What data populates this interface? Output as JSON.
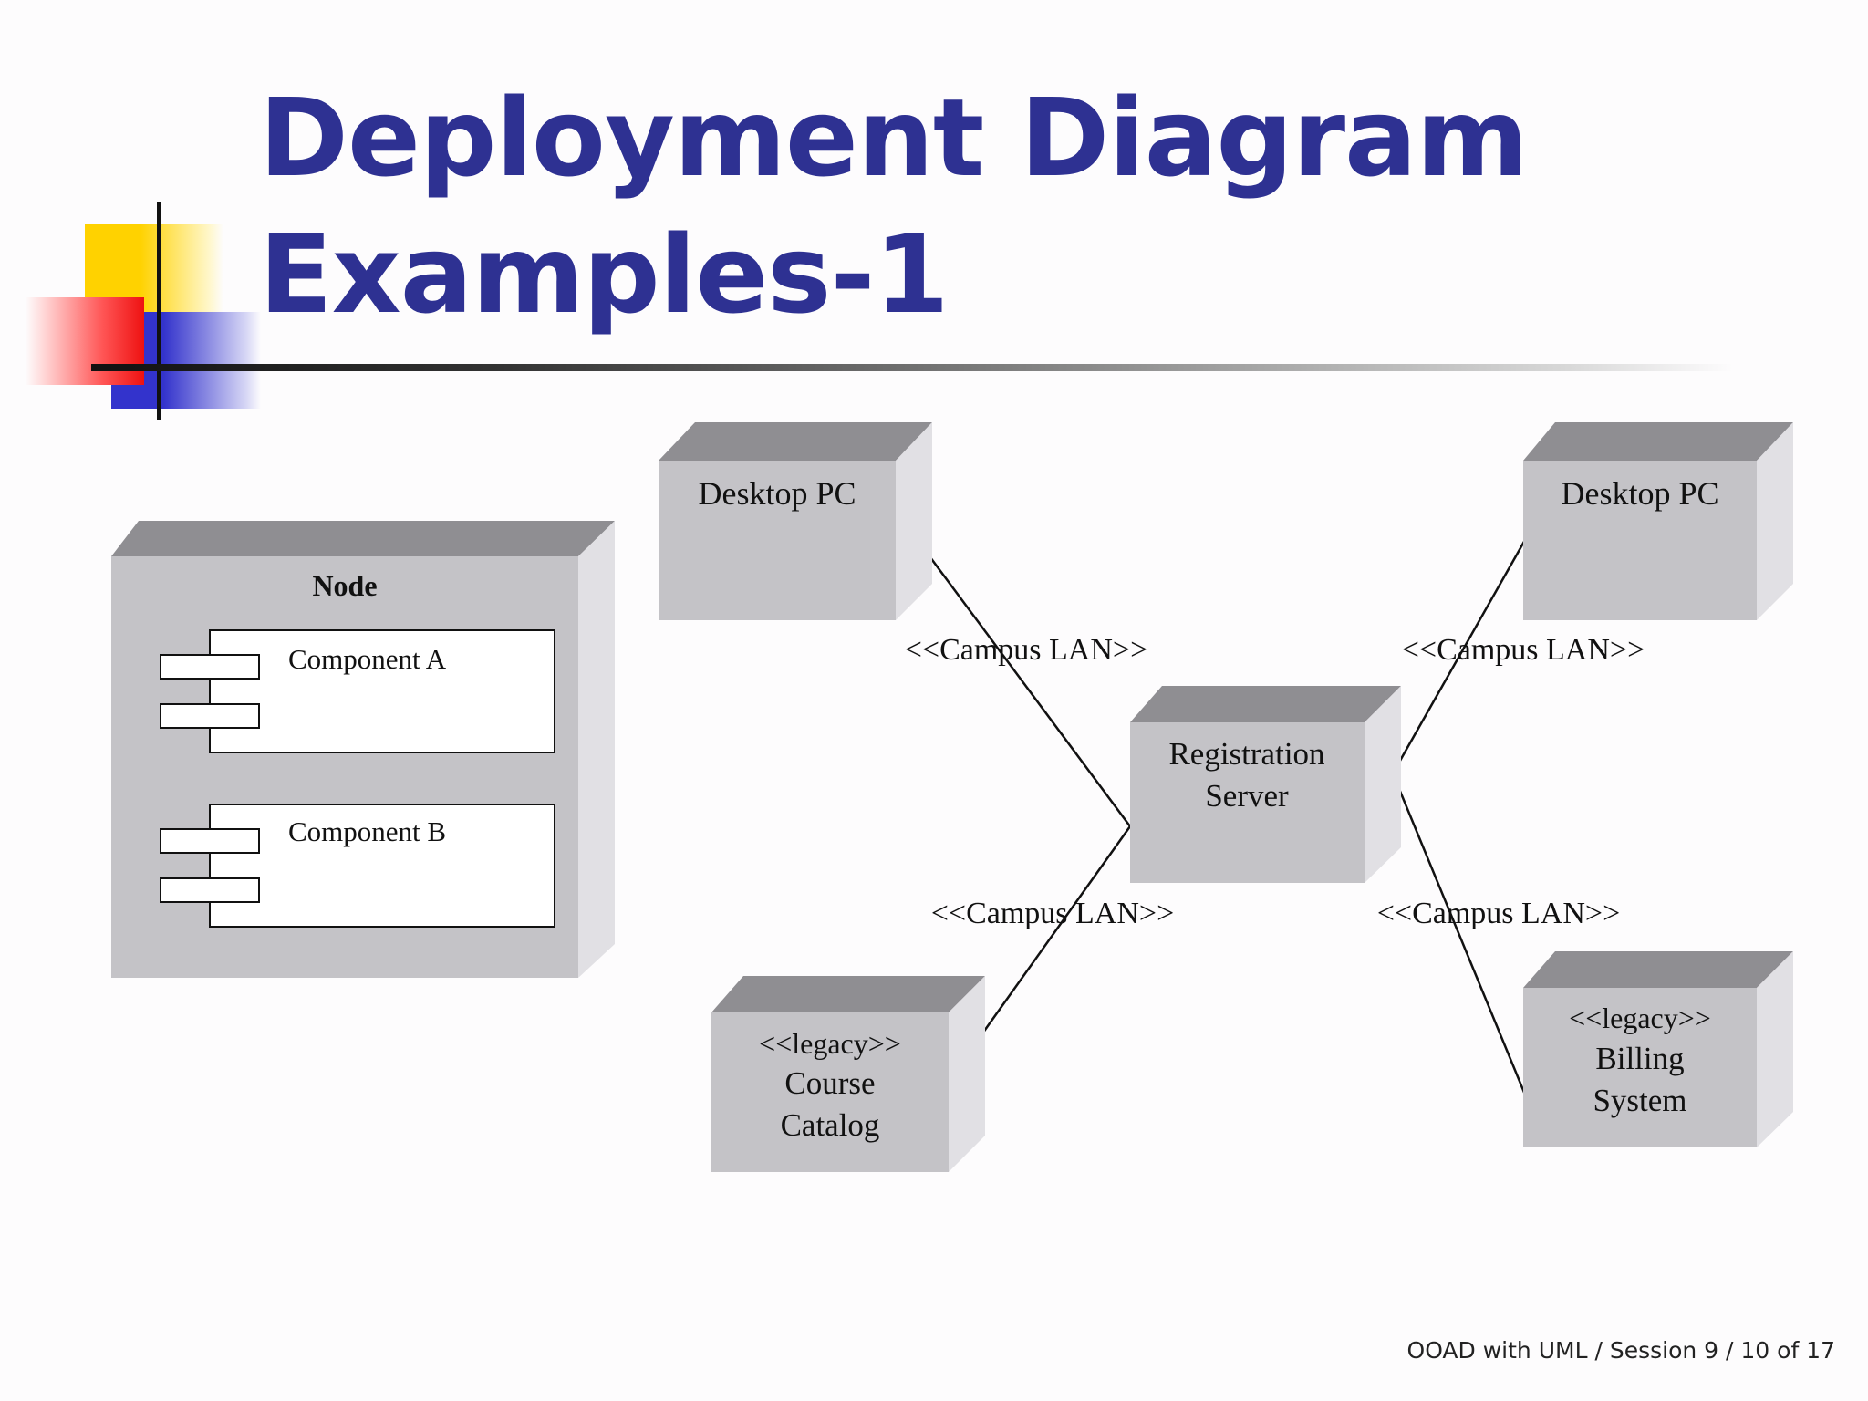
{
  "slide": {
    "title_line1": "Deployment Diagram",
    "title_line2": "Examples-1",
    "footer": "OOAD with UML / Session 9 / 10 of 17"
  },
  "colors": {
    "title": "#2e3192",
    "node_front": "#c4c3c7",
    "node_top": "#8f8e92",
    "node_side": "#e1e0e4"
  },
  "diagram": {
    "generic_node": {
      "label": "Node",
      "components": [
        "Component A",
        "Component B"
      ]
    },
    "nodes": [
      {
        "id": "desktop-pc-left",
        "lines": [
          "Desktop PC"
        ]
      },
      {
        "id": "desktop-pc-right",
        "lines": [
          "Desktop PC"
        ]
      },
      {
        "id": "registration-server",
        "lines": [
          "Registration",
          "Server"
        ]
      },
      {
        "id": "course-catalog",
        "lines": [
          "<<legacy>>",
          "Course",
          "Catalog"
        ]
      },
      {
        "id": "billing-system",
        "lines": [
          "<<legacy>>",
          "Billing",
          "System"
        ]
      }
    ],
    "connections": [
      {
        "from": "desktop-pc-left",
        "to": "registration-server",
        "label": "<<Campus LAN>>"
      },
      {
        "from": "desktop-pc-right",
        "to": "registration-server",
        "label": "<<Campus LAN>>"
      },
      {
        "from": "course-catalog",
        "to": "registration-server",
        "label": "<<Campus LAN>>"
      },
      {
        "from": "billing-system",
        "to": "registration-server",
        "label": "<<Campus LAN>>"
      }
    ]
  }
}
